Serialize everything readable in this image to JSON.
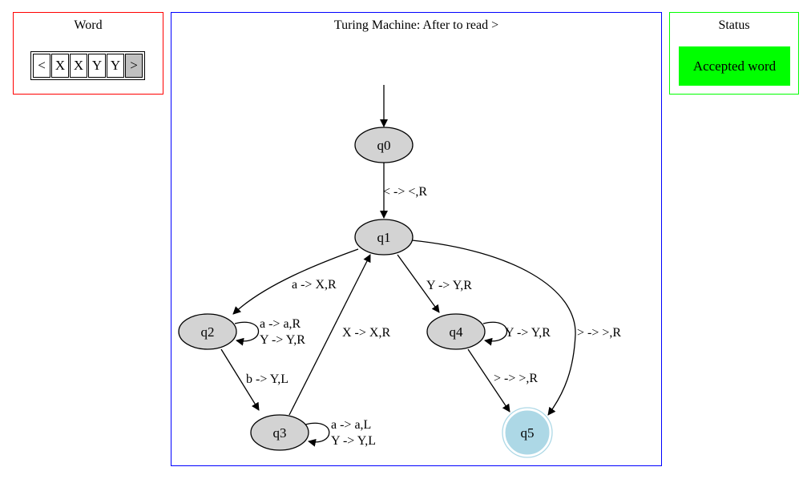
{
  "word_panel": {
    "title": "Word",
    "tape": [
      "<",
      "X",
      "X",
      "Y",
      "Y",
      ">"
    ],
    "current_index": 5,
    "border_color": "#ff0000",
    "current_cell_color": "#c0c0c0"
  },
  "machine_panel": {
    "title": "Turing Machine: After to read >",
    "border_color": "#0000ff",
    "states": [
      {
        "id": "q0",
        "label": "q0",
        "fill": "#d3d3d3",
        "accepting": false,
        "initial": true
      },
      {
        "id": "q1",
        "label": "q1",
        "fill": "#d3d3d3",
        "accepting": false,
        "initial": false
      },
      {
        "id": "q2",
        "label": "q2",
        "fill": "#d3d3d3",
        "accepting": false,
        "initial": false
      },
      {
        "id": "q3",
        "label": "q3",
        "fill": "#d3d3d3",
        "accepting": false,
        "initial": false
      },
      {
        "id": "q4",
        "label": "q4",
        "fill": "#d3d3d3",
        "accepting": false,
        "initial": false
      },
      {
        "id": "q5",
        "label": "q5",
        "fill": "#add8e6",
        "accepting": true,
        "initial": false
      }
    ],
    "transitions": [
      {
        "from": "q0",
        "to": "q1",
        "labels": [
          "< -> <,R"
        ]
      },
      {
        "from": "q1",
        "to": "q2",
        "labels": [
          "a -> X,R"
        ]
      },
      {
        "from": "q2",
        "to": "q2",
        "labels": [
          "a -> a,R",
          "Y -> Y,R"
        ]
      },
      {
        "from": "q2",
        "to": "q3",
        "labels": [
          "b -> Y,L"
        ]
      },
      {
        "from": "q3",
        "to": "q3",
        "labels": [
          "a -> a,L",
          "Y -> Y,L"
        ]
      },
      {
        "from": "q3",
        "to": "q1",
        "labels": [
          "X -> X,R"
        ]
      },
      {
        "from": "q1",
        "to": "q4",
        "labels": [
          "Y -> Y,R"
        ]
      },
      {
        "from": "q4",
        "to": "q4",
        "labels": [
          "Y -> Y,R"
        ]
      },
      {
        "from": "q4",
        "to": "q5",
        "labels": [
          "> -> >,R"
        ]
      },
      {
        "from": "q1",
        "to": "q5",
        "labels": [
          "> -> >,R"
        ]
      }
    ]
  },
  "status_panel": {
    "title": "Status",
    "status": "Accepted word",
    "border_color": "#00ff00",
    "status_color": "#00ff00"
  }
}
